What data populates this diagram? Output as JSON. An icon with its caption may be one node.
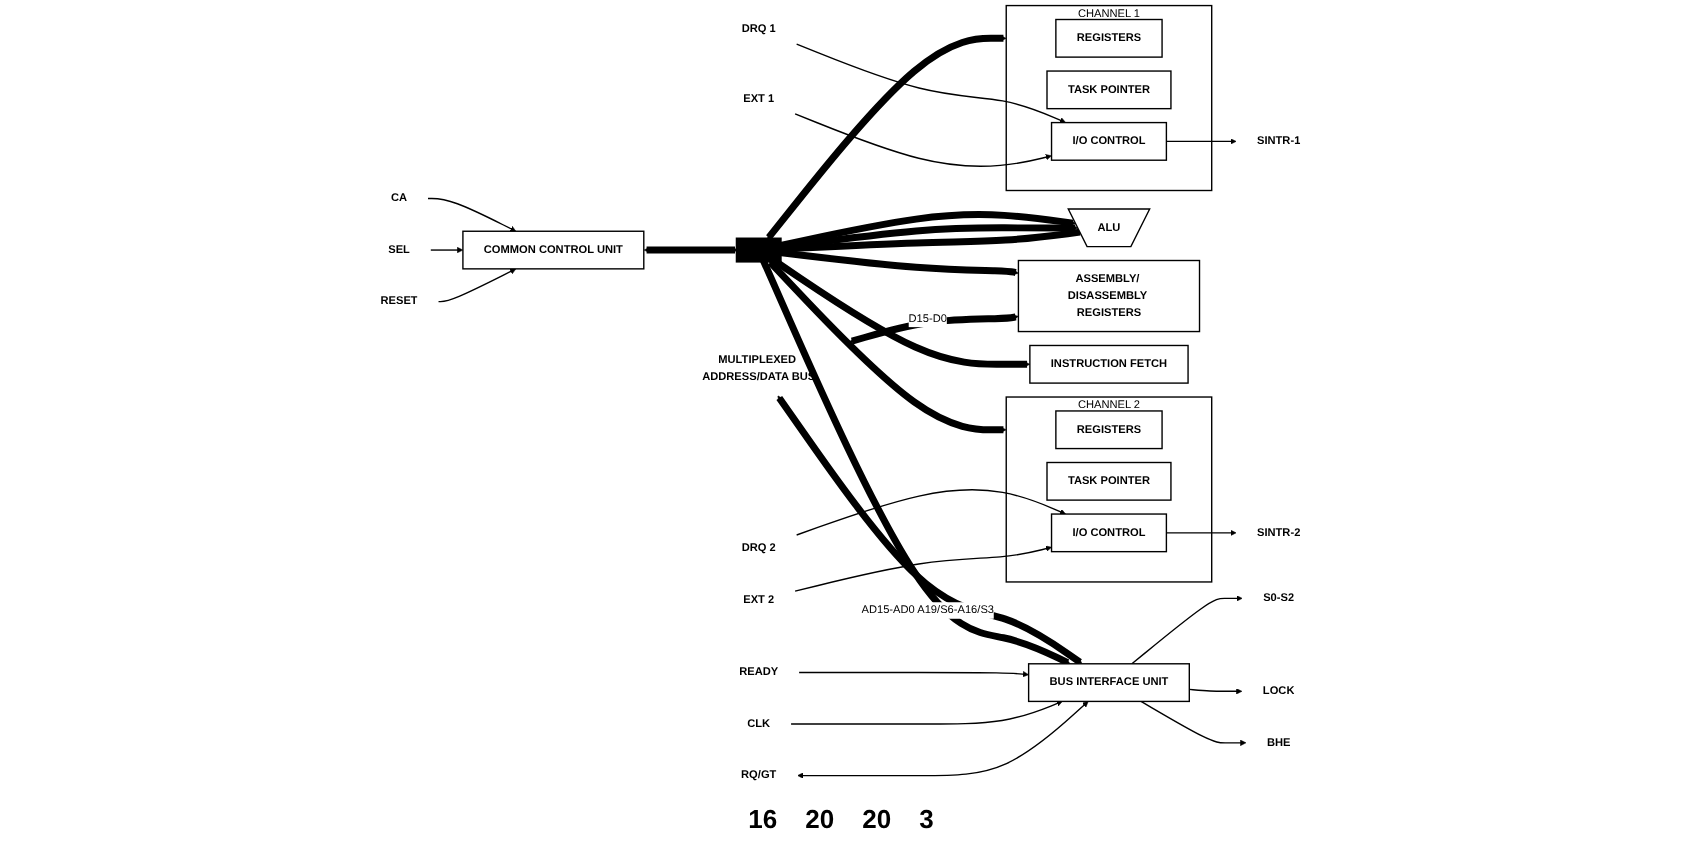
{
  "diagram": {
    "nodes": [
      {
        "text": [
          "CA"
        ]
      },
      {
        "text": [
          "SEL"
        ]
      },
      {
        "text": [
          "RESET"
        ]
      },
      {
        "text": [
          "COMMON CONTROL UNIT"
        ]
      },
      {
        "text": [
          "ALU"
        ]
      },
      {
        "text": [
          "ASSEMBLY/ DISASSEMBLY REGISTERS"
        ]
      },
      {
        "text": [
          "INSTRUCTION FETCH"
        ]
      },
      {
        "text": [],
        "shape": "bar"
      },
      {
        "text": [
          "BUS INTERFACE UNIT"
        ]
      },
      {
        "text": [
          "CHANNEL 1"
        ]
      },
      {
        "text": [
          "REGISTERS"
        ],
        "in": 9
      },
      {
        "text": [
          "TASK POINTER"
        ],
        "in": 9
      },
      {
        "text": [
          "I/O CONTROL"
        ],
        "in": 9
      },
      {
        "text": [
          "CHANNEL 2"
        ]
      },
      {
        "text": [
          "REGISTERS"
        ],
        "in": 13
      },
      {
        "text": [
          "TASK POINTER"
        ],
        "in": 13
      },
      {
        "text": [
          "I/O CONTROL"
        ],
        "in": 13
      },
      {
        "text": [
          "DRQ 1"
        ]
      },
      {
        "text": [
          "EXT 1"
        ]
      },
      {
        "text": [
          "SINTR-1"
        ]
      },
      {
        "text": [
          "DRQ 2"
        ]
      },
      {
        "text": [
          "EXT 2"
        ]
      },
      {
        "text": [
          "SINTR-2"
        ]
      },
      {
        "text": [
          "BHE"
        ]
      },
      {
        "text": [
          "READY"
        ]
      },
      {
        "text": [
          "LOCK"
        ]
      },
      {
        "text": [
          "CLK"
        ]
      },
      {
        "text": [
          "RQ/GT"
        ]
      },
      {
        "text": [
          "S0-S2"
        ]
      },
      {
        "text": [
          "MULTIPLEXED ADDRESS/DATA BUS"
        ]
      }
    ],
    "edges": [
      {
        "from": 0,
        "to": 3,
        "arrow": "to"
      },
      {
        "from": 1,
        "to": 3,
        "arrow": "to"
      },
      {
        "from": 2,
        "to": 3,
        "arrow": "to"
      },
      {
        "from": 7,
        "to": 4,
        "arrow": "to",
        "style": "thick"
      },
      {
        "from": 7,
        "to": 4,
        "arrow": "to",
        "style": "thick"
      },
      {
        "from": 7,
        "to": 5,
        "arrow": "to",
        "style": "thick"
      },
      {
        "from": 7,
        "to": 6,
        "arrow": "to",
        "style": "thick"
      },
      {
        "from": 3,
        "to": 7,
        "arrow": "both",
        "style": "thick"
      },
      {
        "from": 4,
        "to": 7,
        "arrow": "to",
        "style": "thick"
      },
      {
        "from": 29,
        "to": 5,
        "arrow": "both",
        "label": "D15-D0",
        "style": "thick"
      },
      {
        "from": 29,
        "to": 8,
        "arrow": "both",
        "label": "AD15-AD0 A19/S6-A16/S3",
        "style": "thick"
      },
      {
        "from": 7,
        "to": 8,
        "arrow": "to",
        "style": "thick"
      },
      {
        "from": 7,
        "to": 9,
        "arrow": "both",
        "style": "thick"
      },
      {
        "from": 7,
        "to": 13,
        "arrow": "both",
        "style": "thick"
      },
      {
        "from": 8,
        "to": 23,
        "arrow": "to"
      },
      {
        "from": 17,
        "to": 12,
        "arrow": "to"
      },
      {
        "from": 18,
        "to": 12,
        "arrow": "to"
      },
      {
        "from": 12,
        "to": 19,
        "arrow": "to"
      },
      {
        "from": 20,
        "to": 16,
        "arrow": "to"
      },
      {
        "from": 21,
        "to": 16,
        "arrow": "to"
      },
      {
        "from": 16,
        "to": 22,
        "arrow": "to"
      },
      {
        "from": 24,
        "to": 8,
        "arrow": "to"
      },
      {
        "from": 8,
        "to": 25,
        "arrow": "to"
      },
      {
        "from": 26,
        "to": 8,
        "arrow": "to"
      },
      {
        "from": 27,
        "to": 8,
        "arrow": "both"
      },
      {
        "from": 8,
        "to": 28,
        "arrow": "to"
      }
    ],
    "labels": [
      "16",
      "20",
      "20",
      "3"
    ]
  }
}
